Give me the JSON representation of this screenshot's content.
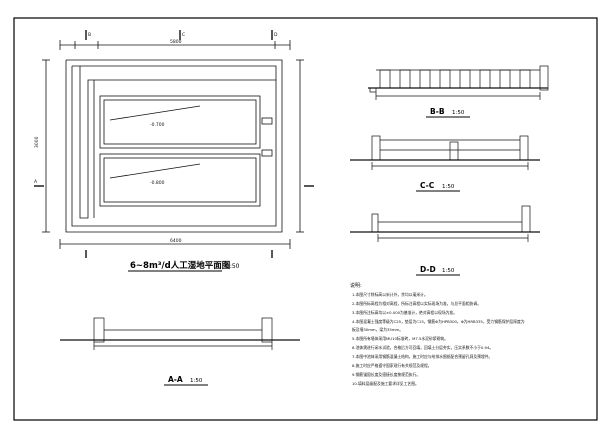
{
  "drawing": {
    "plan_title": "6~8m³/d人工湿地平面图",
    "plan_scale": "1:50",
    "section_aa_title": "A-A",
    "section_aa_scale": "1:50",
    "section_bb_title": "B-B",
    "section_bb_scale": "1:50",
    "section_cc_title": "C-C",
    "section_cc_scale": "1:50",
    "section_dd_title": "D-D",
    "section_dd_scale": "1:50",
    "grid_b": "B",
    "grid_c": "C",
    "grid_d": "D",
    "grid_a": "A",
    "dim_top": "5800",
    "dim_bottom": "6400",
    "dim_side": "3000",
    "elev_1": "-0.700",
    "elev_2": "-0.800",
    "notes_heading": "说明:",
    "notes": [
      "1.本图尺寸除标高以米计外，余均以毫米计。",
      "2.本图所标高程为相对高程，所标注高程以实际现场为准，与总平面相协调。",
      "3.本图所注标高均以±0.000为基准计，绝对高程以现场为准。",
      "4.本图混凝土强度等级为C25，垫层为C15，钢筋Φ为HPB300，Φ为HRB335，受力钢筋保护层厚度为",
      "  板及墙30mm，梁为35mm。",
      "5.本图所有墙体采用MU10标准砖，M7.5水泥砂浆砌筑。",
      "6.池体需进行闭水试验，合格后方可回填，回填土分层夯实，压实系数不小于0.94。",
      "7.本图中池体采用钢筋混凝土结构，施工时应与给排水图纸配合预留孔洞及预埋件。",
      "8.施工时应严格遵守国家现行有关规范及规程。",
      "9.钢筋锚固长度及搭接长度按规范执行。",
      "10.填料层级配及施工要求详见工艺图。"
    ]
  }
}
